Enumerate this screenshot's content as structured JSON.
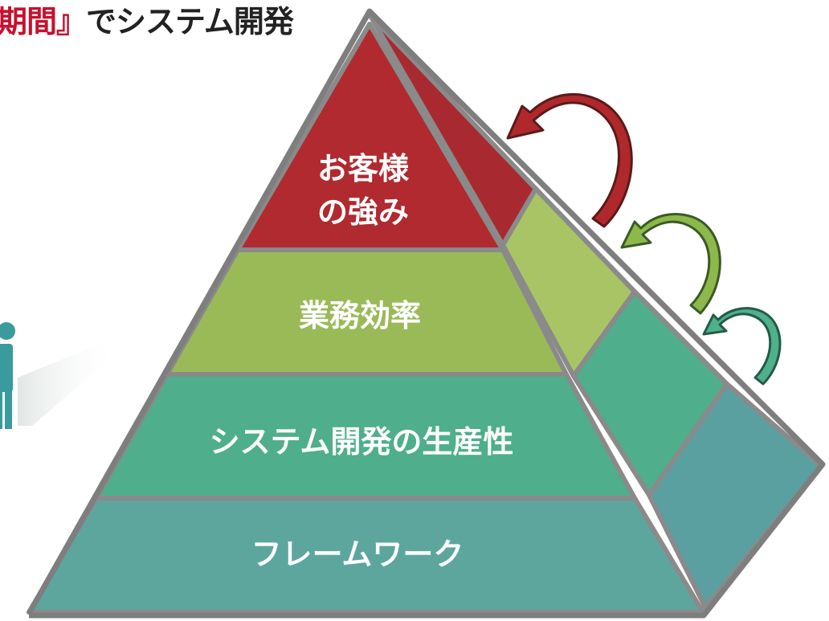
{
  "title": {
    "highlight": "期間』",
    "rest": "でシステム開発"
  },
  "pyramid": {
    "layers": [
      {
        "id": "customer-strength",
        "line1": "お客様",
        "line2": "の強み",
        "color": "#b02a30"
      },
      {
        "id": "business-efficiency",
        "label": "業務効率",
        "color": "#9aba58"
      },
      {
        "id": "system-productivity",
        "label": "システム開発の生産性",
        "color": "#4fae8c"
      },
      {
        "id": "framework",
        "label": "フレームワーク",
        "color": "#5da69e"
      }
    ]
  },
  "arrows": [
    {
      "color": "#b0282c"
    },
    {
      "color": "#8cb84c"
    },
    {
      "color": "#4fb08c"
    }
  ],
  "colors": {
    "border": "#8a8a8a",
    "person": "#3a9a9c",
    "title_red": "#c8102e"
  }
}
